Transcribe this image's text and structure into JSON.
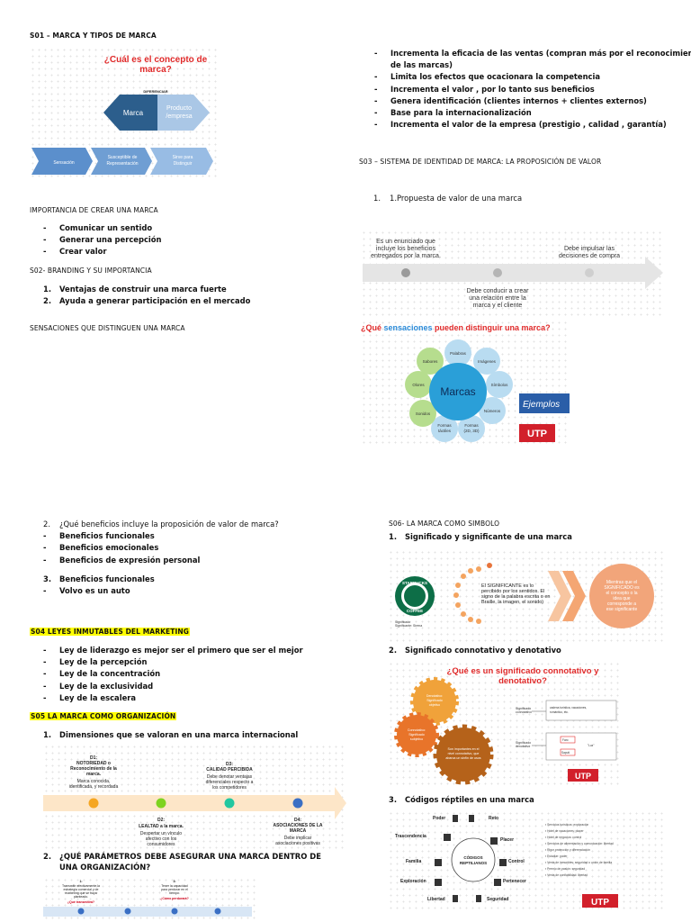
{
  "s01": {
    "heading": "S01 – MARCA Y TIPOS DE MARCA",
    "title": "¿Cuál es el concepto de marca?",
    "diferenciar": "DIFERENCIAR",
    "marca": "Marca",
    "producto": "Producto /empresa",
    "chevrons": [
      "Sensación",
      "Susceptible de Representación",
      "Sirve para Distinguir"
    ]
  },
  "importancia": {
    "heading": "IMPORTANCIA DE CREAR UNA MARCA",
    "items": [
      "Comunicar un sentido",
      "Generar una percepción",
      "Crear valor"
    ]
  },
  "s02": {
    "heading": "S02- BRANDING Y SU IMPORTANCIA",
    "items": [
      "Ventajas de construir una marca fuerte",
      "Ayuda a generar participación en el mercado"
    ]
  },
  "sensaciones_heading": "SENSACIONES QUE DISTINGUEN UNA MARCA",
  "right_list": [
    "Incrementa la eficacia de las ventas (compran más por el reconocimiento",
    "de las marcas)",
    "Limita los efectos que ocacionara la competencia",
    "Incrementa el valor , por lo tanto sus beneficios",
    "Genera identificación (clientes internos + clientes externos)",
    "Base para la internacionalización",
    "Incrementa el valor de la empresa (prestigio , calidad , garantía)"
  ],
  "s03": {
    "heading": "S03 – SISTEMA DE IDENTIDAD DE MARCA: LA PROPOSICIÓN DE VALOR",
    "item": "1.Propuesta de valor de una marca",
    "arrow_top_left": "Es un enunciado que incluye los beneficios entregados por la marca.",
    "arrow_top_right": "Debe impulsar las decisiones de compra",
    "arrow_bottom": "Debe conducir a crear una relación entre la marca y el cliente"
  },
  "sens": {
    "title_a": "¿Qué ",
    "title_b": "sensaciones",
    "title_c": " pueden distinguir una marca?",
    "center": "Marcas",
    "petals": [
      "Palabras",
      "Imágenes",
      "Símbolos",
      "Números",
      "Formas (2D, 3D)",
      "Formas táctiles",
      "Sonidos",
      "Olores",
      "Sabores"
    ],
    "ejemplos": "Ejemplos",
    "utp": "UTP"
  },
  "q2": {
    "heading": "¿Qué beneficios incluye la proposición de valor de marca?",
    "items": [
      "Beneficios funcionales",
      "Beneficios emocionales",
      "Beneficios de expresión personal"
    ],
    "items2": [
      "Beneficios funcionales",
      "Volvo es un auto"
    ]
  },
  "s04": {
    "heading": "S04 LEYES INMUTABLES DEL MARKETING",
    "items": [
      "Ley de liderazgo es mejor ser el primero que ser el mejor",
      "Ley de la percepción",
      "Ley de la concentración",
      "Ley de la exclusividad",
      "Ley de la escalera"
    ]
  },
  "s05": {
    "heading": "S05 LA MARCA COMO ORGANIZACIÓN",
    "item": "Dimensiones que se valoran en una marca internacional",
    "d1t": "D1: NOTORIEDAD o Reconocimiento de la marca.",
    "d1b": "Marca conocida, identificada, y recordada",
    "d2t": "D2: LEALTAD a la marca.",
    "d2b": "Despertar un vínculo afectivo con los consumidores",
    "d3t": "D3: CALIDAD PERCIBIDA",
    "d3b": "Debe denotar ventajas diferenciales respecto a los competidores",
    "d4t": "D4: ASOCIACIONES DE LA MARCA",
    "d4b": "Debe implicar asociaciones positivas",
    "q2": "¿QUÉ PARÁMETROS DEBE ASEGURAR UNA MARCA DENTRO DE UNA ORGANIZACIÓN?",
    "p_a": "Transmitir efectivamente la estrategia comercial y de marketing que se haya planteado.",
    "p_a_q": "¿Qué transmitirá?",
    "p_b": "Tener la capacidad para perdurar en el tiempo.",
    "p_b_q": "¿Cómo perdurará?"
  },
  "s06": {
    "heading": "S06- LA MARCA COMO SIMBOLO",
    "item1": "Significado y significante de una marca",
    "sig_text": "El SIGNIFICANTE es lo percibido por los sentidos. El signo de la palabra escrita o en Braille, la imagen, el sonido)",
    "circle_text": "Mientras que el SIGNIFICADO es el concepto o la idea que corresponde a ese significante",
    "starbucks": "STARBUCKS COFFEE",
    "item2": "Significado connotativo y denotativo",
    "conn_title": "¿Qué es un significado connotativo y denotativo?",
    "gear_a": "Denotativo: Significado objetivo",
    "gear_b": "Connotativo: Significado subjetivo",
    "gear_c": "Son importantes en el nivel connotativo, que abarca un sinfín de usos",
    "sc_conn": "Significado connotativo",
    "sc_den": "Significado denotativo",
    "box1": "cadena turística, vacaciones, romántico, etc.",
    "box2": "Faro",
    "box3": "Saputi",
    "box4": "\"Luz\"",
    "item3": "Códigos réptiles en una marca",
    "codes_center": "CÓDIGOS REPTILIANOS",
    "codes": [
      "Poder",
      "Reto",
      "Trascendencia",
      "Placer",
      "Familia",
      "Control",
      "Exploración",
      "Pertenecer",
      "Libertad",
      "Seguridad"
    ],
    "code_list": [
      "Servicios turísticos exploración",
      "Hotel de vacaciones placer",
      "Hotel de negocios control",
      "Servicios de alimentación y comunicación libertad",
      "Rigor protección y diferenciación",
      "Estudiar poder",
      "Venta de inmuebles seguridad o unión de familia",
      "Premio de pasión seguridad",
      "Venta de confiabilidad libertad"
    ]
  }
}
